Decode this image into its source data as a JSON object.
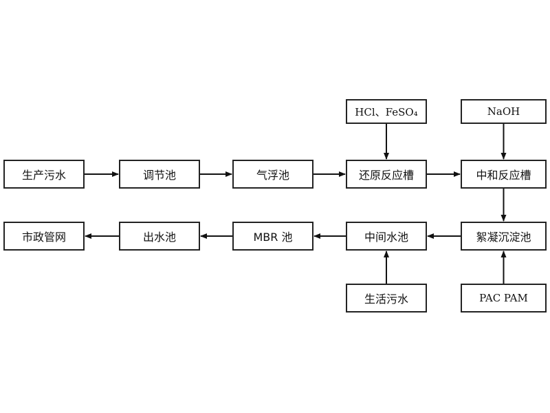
{
  "diagram": {
    "nodes": {
      "production_wastewater": "生产污水",
      "regulating_tank": "调节池",
      "air_flotation_tank": "气浮池",
      "reduction_tank": "还原反应槽",
      "neutralization_tank": "中和反应槽",
      "flocculation_sedimentation_tank": "絮凝沉淀池",
      "intermediate_water_tank": "中间水池",
      "mbr_tank": "MBR 池",
      "effluent_tank": "出水池",
      "municipal_pipe_network": "市政管网",
      "domestic_wastewater": "生活污水",
      "reagent_hcl_feso4": "HCl、FeSO₄",
      "reagent_naoh": "NaOH",
      "reagent_pac_pam": "PAC PAM"
    },
    "edges": [
      {
        "from": "production_wastewater",
        "to": "regulating_tank"
      },
      {
        "from": "regulating_tank",
        "to": "air_flotation_tank"
      },
      {
        "from": "air_flotation_tank",
        "to": "reduction_tank"
      },
      {
        "from": "reagent_hcl_feso4",
        "to": "reduction_tank"
      },
      {
        "from": "reduction_tank",
        "to": "neutralization_tank"
      },
      {
        "from": "reagent_naoh",
        "to": "neutralization_tank"
      },
      {
        "from": "neutralization_tank",
        "to": "flocculation_sedimentation_tank"
      },
      {
        "from": "reagent_pac_pam",
        "to": "flocculation_sedimentation_tank"
      },
      {
        "from": "flocculation_sedimentation_tank",
        "to": "intermediate_water_tank"
      },
      {
        "from": "domestic_wastewater",
        "to": "intermediate_water_tank"
      },
      {
        "from": "intermediate_water_tank",
        "to": "mbr_tank"
      },
      {
        "from": "mbr_tank",
        "to": "effluent_tank"
      },
      {
        "from": "effluent_tank",
        "to": "municipal_pipe_network"
      }
    ]
  }
}
